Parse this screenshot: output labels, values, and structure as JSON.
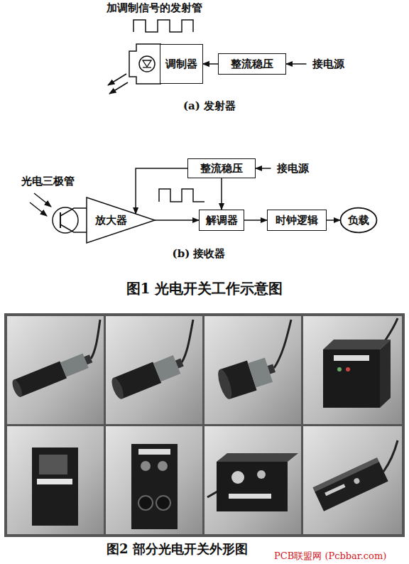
{
  "diagram": {
    "caption": "图1 光电开关工作示意图",
    "nodes": [
      {
        "text": [
          "调制器"
        ]
      },
      {
        "text": [
          "整流稳压"
        ]
      },
      {
        "text": [
          "接电源"
        ]
      },
      {
        "text": [
          "放大器"
        ]
      },
      {
        "text": [
          "整流稳压"
        ]
      },
      {
        "text": [
          "接电源"
        ]
      },
      {
        "text": [
          "解调器"
        ]
      },
      {
        "text": [
          "时钟逻辑"
        ]
      },
      {
        "text": [
          "负载"
        ]
      }
    ],
    "edges": [
      {
        "from": 1,
        "to": 0,
        "arrow": "to"
      },
      {
        "from": 2,
        "to": 1,
        "arrow": "to"
      },
      {
        "from": 5,
        "to": 4,
        "arrow": "to"
      },
      {
        "from": 4,
        "to": 3,
        "arrow": "to"
      },
      {
        "from": 3,
        "to": 6,
        "arrow": "to"
      },
      {
        "from": 4,
        "to": 6,
        "arrow": "to"
      },
      {
        "from": 6,
        "to": 7,
        "arrow": "to"
      },
      {
        "from": 7,
        "to": 8,
        "arrow": "to"
      }
    ],
    "labels": [
      "加调制信号的发射管",
      "(a) 发射器",
      "光电三极管",
      "(b) 接收器",
      "图2 部分光电开关外形图",
      "PCB联盟网 (Pcbbar.com)"
    ]
  }
}
